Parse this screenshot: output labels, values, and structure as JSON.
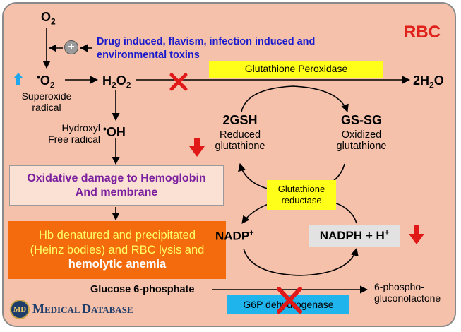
{
  "corner_label": "RBC",
  "o2": {
    "base": "O",
    "sub": "2"
  },
  "toxins": {
    "line1": "Drug induced, flavism, infection induced and",
    "line2": "environmental toxins"
  },
  "superoxide": {
    "symbol_dot": "•",
    "base": "O",
    "sub": "2",
    "name_line1": "Superoxide",
    "name_line2": "radical"
  },
  "h2o2": {
    "h": "H",
    "sub1": "2",
    "o": "O",
    "sub2": "2"
  },
  "gpx_label": "Glutathione Peroxidase",
  "water": {
    "num": "2",
    "h": "H",
    "sub": "2",
    "o": "O"
  },
  "hydroxyl": {
    "line1": "Hydroxyl",
    "line2": "Free radical",
    "dot": "•",
    "formula": "OH"
  },
  "gsh": {
    "formula": "2GSH",
    "line1": "Reduced",
    "line2": "glutathione"
  },
  "gssg": {
    "formula": "GS-SG",
    "line1": "Oxidized",
    "line2": "glutathione"
  },
  "gr_label": {
    "line1": "Glutathione",
    "line2": "reductase"
  },
  "oxidative_box": {
    "line1": "Oxidative damage to Hemoglobin",
    "line2": "And membrane"
  },
  "hb_box": {
    "line1": "Hb denatured and precipitated",
    "line2": "(Heinz bodies) and RBC lysis and",
    "line3": "hemolytic anemia"
  },
  "nadp": {
    "base": "NADP",
    "sup": "+"
  },
  "nadph": {
    "base": "NADPH + H",
    "sup": "+"
  },
  "glucose6p": "Glucose 6-phosphate",
  "g6pd_label": "G6P dehydrogenase",
  "gluconolactone": {
    "line1": "6-phospho-",
    "line2": "gluconolactone"
  },
  "logo": {
    "emblem": "MD",
    "text1": "M",
    "text2": "EDICAL ",
    "text3": "D",
    "text4": "ATABASE"
  },
  "colors": {
    "background": "#f5c1ab",
    "rbc_red": "#e0201b",
    "toxin_text": "#1a1acc",
    "gpx_box": "#ffff19",
    "gr_box": "#ffff19",
    "g6pd_box": "#20b4ec",
    "oxidative_text": "#7b1f9e",
    "hb_box_fill": "#f36b0c",
    "hb_text": "#ffff66",
    "nadph_box": "#e2e2e2",
    "up_arrow": "#1ea7ec",
    "down_arrow": "#e11818",
    "cross": "#e11818"
  },
  "icons": [
    "plus-circle-icon",
    "up-arrow-icon",
    "down-arrow-icon",
    "cross-icon",
    "medical-database-logo"
  ]
}
